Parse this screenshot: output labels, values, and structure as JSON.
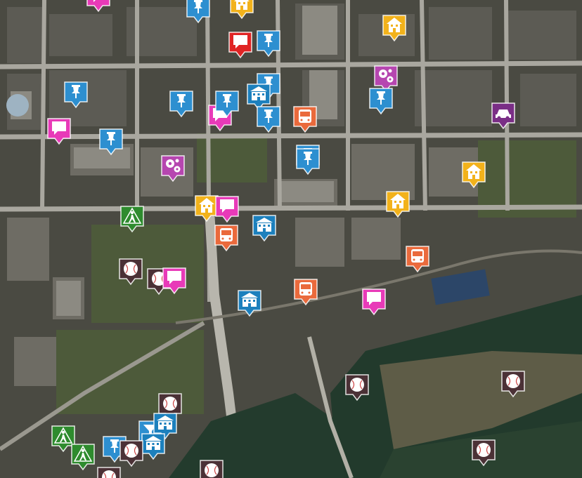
{
  "map": {
    "type": "satellite-marker-map",
    "marker_colors": {
      "landmark": "#2d8fd0",
      "chat": "#e83ab8",
      "alert": "#e02424",
      "housing": "#f2b21b",
      "settings": "#b646b0",
      "vehicle": "#7a2e86",
      "bus": "#ea6a3c",
      "building": "#1c80bd",
      "pedestrian": "#2e8b2e",
      "baseball": "#4b3136",
      "filter": "#2d8fd0"
    },
    "markers": [
      {
        "category": "chat",
        "icon": "chat-bubble-icon"
      },
      {
        "category": "landmark",
        "icon": "pushpin-icon"
      },
      {
        "category": "housing",
        "icon": "house-icon"
      },
      {
        "category": "housing",
        "icon": "house-icon"
      },
      {
        "category": "alert",
        "icon": "chat-bubble-icon"
      },
      {
        "category": "landmark",
        "icon": "pushpin-icon"
      },
      {
        "category": "landmark",
        "icon": "pushpin-icon"
      },
      {
        "category": "settings",
        "icon": "gears-icon"
      },
      {
        "category": "landmark",
        "icon": "pushpin-icon"
      },
      {
        "category": "landmark",
        "icon": "pushpin-icon"
      },
      {
        "category": "building",
        "icon": "building-icon"
      },
      {
        "category": "landmark",
        "icon": "pushpin-icon"
      },
      {
        "category": "landmark",
        "icon": "pushpin-icon"
      },
      {
        "category": "chat",
        "icon": "chat-bubble-icon"
      },
      {
        "category": "landmark",
        "icon": "pushpin-icon"
      },
      {
        "category": "bus",
        "icon": "bus-icon"
      },
      {
        "category": "landmark",
        "icon": "pushpin-icon"
      },
      {
        "category": "vehicle",
        "icon": "car-icon"
      },
      {
        "category": "chat",
        "icon": "chat-bubble-icon"
      },
      {
        "category": "landmark",
        "icon": "pushpin-icon"
      },
      {
        "category": "settings",
        "icon": "gears-icon"
      },
      {
        "category": "landmark",
        "icon": "pushpin-icon"
      },
      {
        "category": "housing",
        "icon": "house-icon"
      },
      {
        "category": "housing",
        "icon": "house-icon"
      },
      {
        "category": "housing",
        "icon": "house-icon"
      },
      {
        "category": "chat",
        "icon": "chat-bubble-icon"
      },
      {
        "category": "pedestrian",
        "icon": "pedestrian-icon"
      },
      {
        "category": "building",
        "icon": "building-icon"
      },
      {
        "category": "bus",
        "icon": "bus-icon"
      },
      {
        "category": "bus",
        "icon": "bus-icon"
      },
      {
        "category": "chat",
        "icon": "chat-bubble-icon"
      },
      {
        "category": "baseball",
        "icon": "baseball-icon"
      },
      {
        "category": "baseball",
        "icon": "baseball-icon"
      },
      {
        "category": "building",
        "icon": "building-icon"
      },
      {
        "category": "bus",
        "icon": "bus-icon"
      },
      {
        "category": "chat",
        "icon": "chat-bubble-icon"
      },
      {
        "category": "baseball",
        "icon": "baseball-icon"
      },
      {
        "category": "baseball",
        "icon": "baseball-icon"
      },
      {
        "category": "baseball",
        "icon": "baseball-icon"
      },
      {
        "category": "filter",
        "icon": "funnel-icon"
      },
      {
        "category": "building",
        "icon": "building-icon"
      },
      {
        "category": "building",
        "icon": "building-icon"
      },
      {
        "category": "landmark",
        "icon": "pushpin-icon"
      },
      {
        "category": "baseball",
        "icon": "baseball-icon"
      },
      {
        "category": "pedestrian",
        "icon": "pedestrian-icon"
      },
      {
        "category": "pedestrian",
        "icon": "pedestrian-icon"
      },
      {
        "category": "baseball",
        "icon": "baseball-icon"
      },
      {
        "category": "baseball",
        "icon": "baseball-icon"
      },
      {
        "category": "baseball",
        "icon": "baseball-icon"
      }
    ]
  }
}
